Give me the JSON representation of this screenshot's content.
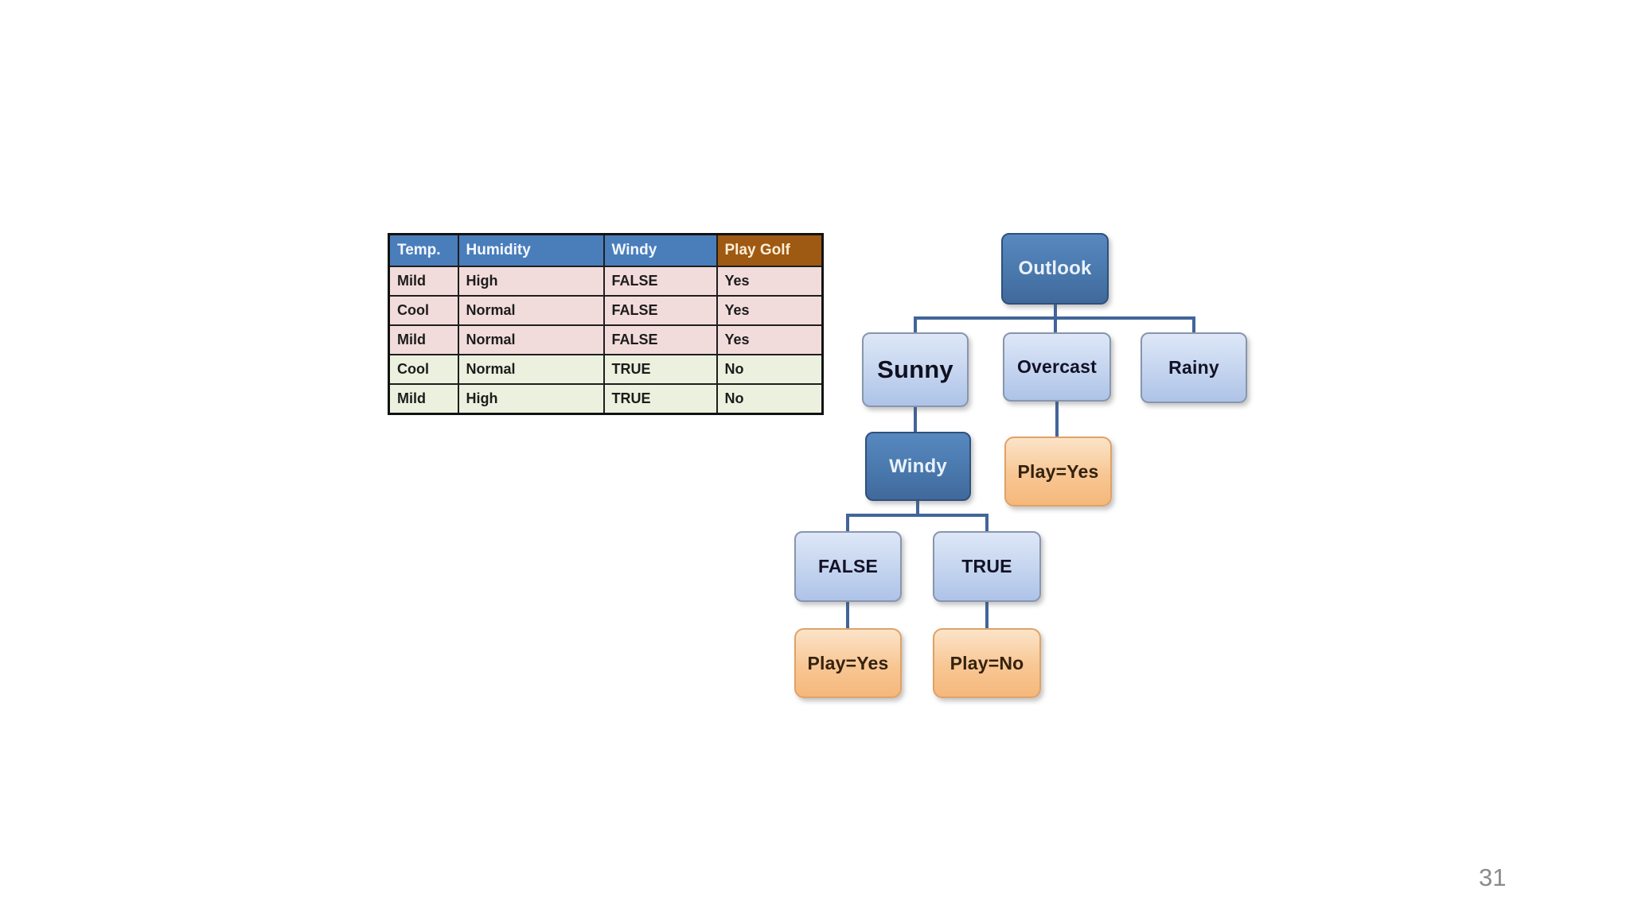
{
  "page": {
    "slide_number": "31"
  },
  "table": {
    "headers": [
      "Temp.",
      "Humidity",
      "Windy",
      "Play Golf"
    ],
    "rows": [
      [
        "Mild",
        "High",
        "FALSE",
        "Yes"
      ],
      [
        "Cool",
        "Normal",
        "FALSE",
        "Yes"
      ],
      [
        "Mild",
        "Normal",
        "FALSE",
        "Yes"
      ],
      [
        "Cool",
        "Normal",
        "TRUE",
        "No"
      ],
      [
        "Mild",
        "High",
        "TRUE",
        "No"
      ]
    ]
  },
  "tree": {
    "nodes": [
      {
        "id": "outlook",
        "label": "Outlook",
        "style": "dark-blue"
      },
      {
        "id": "sunny",
        "label": "Sunny",
        "style": "light-blue"
      },
      {
        "id": "overcast",
        "label": "Overcast",
        "style": "light-blue"
      },
      {
        "id": "rainy",
        "label": "Rainy",
        "style": "light-blue"
      },
      {
        "id": "windy",
        "label": "Windy",
        "style": "dark-blue"
      },
      {
        "id": "play-yes-overcast",
        "label": "Play=Yes",
        "style": "orange"
      },
      {
        "id": "false",
        "label": "FALSE",
        "style": "light-blue"
      },
      {
        "id": "true",
        "label": "TRUE",
        "style": "light-blue"
      },
      {
        "id": "play-yes-false",
        "label": "Play=Yes",
        "style": "orange"
      },
      {
        "id": "play-no-true",
        "label": "Play=No",
        "style": "orange"
      }
    ],
    "edges": [
      [
        "Outlook",
        "Sunny"
      ],
      [
        "Outlook",
        "Overcast"
      ],
      [
        "Outlook",
        "Rainy"
      ],
      [
        "Sunny",
        "Windy"
      ],
      [
        "Overcast",
        "Play=Yes"
      ],
      [
        "Windy",
        "FALSE"
      ],
      [
        "Windy",
        "TRUE"
      ],
      [
        "FALSE",
        "Play=Yes"
      ],
      [
        "TRUE",
        "Play=No"
      ]
    ]
  },
  "colors": {
    "table_header_blue": "#4A7EBB",
    "table_header_brown": "#9E5912",
    "table_row_pink": "#F2DCDB",
    "table_row_green": "#EBF1DE",
    "node_dark_blue": "#4A7CB5",
    "node_light_blue": "#C6D6F0",
    "node_orange": "#F8C58F",
    "connector_blue": "#41659A",
    "page_number_gray": "#8B8B8B"
  }
}
